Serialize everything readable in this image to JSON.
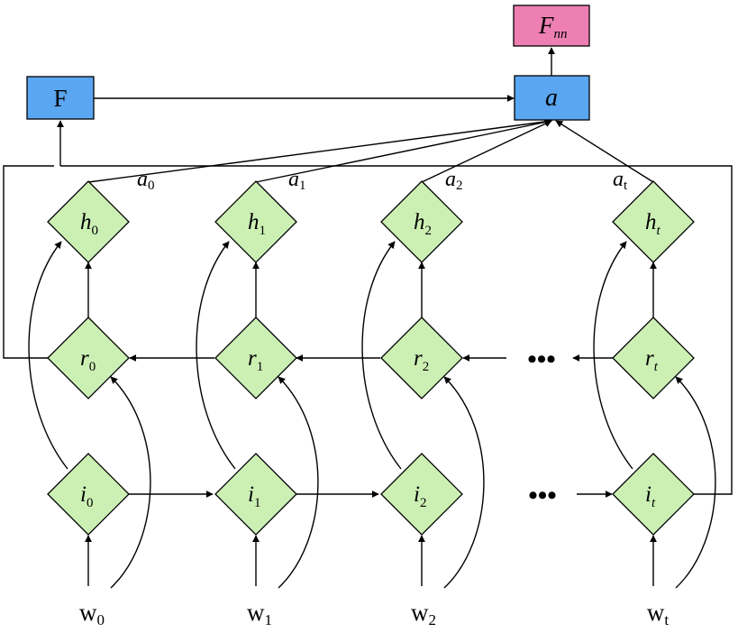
{
  "colors": {
    "node_fill": "#ccf0b4",
    "box_blue": "#5aa6f0",
    "box_pink": "#ee7fb3"
  },
  "boxes": {
    "F": "F",
    "a": "a",
    "Fnn_main": "F",
    "Fnn_sub": "nn"
  },
  "hidden_nodes": [
    {
      "main": "h",
      "sub": "0"
    },
    {
      "main": "h",
      "sub": "1"
    },
    {
      "main": "h",
      "sub": "2"
    },
    {
      "main": "h",
      "sub": "t"
    }
  ],
  "reset_nodes": [
    {
      "main": "r",
      "sub": "0"
    },
    {
      "main": "r",
      "sub": "1"
    },
    {
      "main": "r",
      "sub": "2"
    },
    {
      "main": "r",
      "sub": "t"
    }
  ],
  "input_nodes": [
    {
      "main": "i",
      "sub": "0"
    },
    {
      "main": "i",
      "sub": "1"
    },
    {
      "main": "i",
      "sub": "2"
    },
    {
      "main": "i",
      "sub": "t"
    }
  ],
  "attention_labels": [
    {
      "main": "a",
      "sub": "0"
    },
    {
      "main": "a",
      "sub": "1"
    },
    {
      "main": "a",
      "sub": "2"
    },
    {
      "main": "a",
      "sub": "t"
    }
  ],
  "word_inputs": [
    {
      "main": "w",
      "sub": "0"
    },
    {
      "main": "w",
      "sub": "1"
    },
    {
      "main": "w",
      "sub": "2"
    },
    {
      "main": "w",
      "sub": "t"
    }
  ],
  "ellipsis": "•••"
}
